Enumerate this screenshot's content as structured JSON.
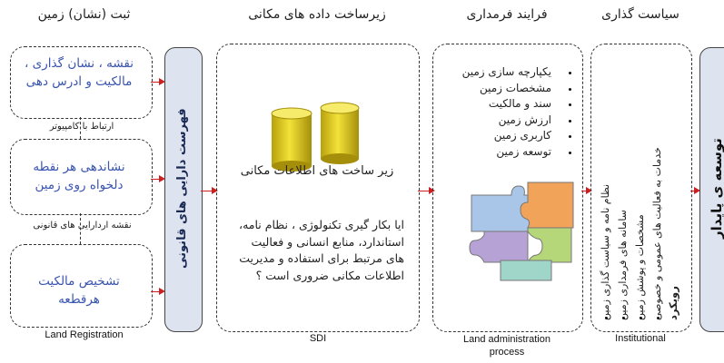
{
  "headers": {
    "land_registration": "ثبت (نشان) زمین",
    "sdi": "زیرساخت داده های مکانی",
    "land_admin": "فرایند فرمداری",
    "policy": "سیاست گذاری"
  },
  "land_registration": {
    "box1": "نقشه ، نشان گذاری ، مالکیت و ادرس دهی",
    "link1": "ارتباط با کامپیوتر",
    "box2": "نشاندهی هر نقطه دلخواه روی زمین",
    "link2": "نقشه اردارایی های قانونی",
    "box3": "تشخیص مالکیت هرقطعه",
    "side_bar": "فهرست دارایی های قانونی",
    "footer": "Land Registration"
  },
  "sdi": {
    "db_caption": "زیر ساخت های اطلاعات مکانی",
    "question": "ایا بکار گیری تکنولوژی ، نظام نامه، استاندارد، منابع انسانی و فعالیت های مرتبط برای استفاده و مدیریت اطلاعات مکانی ضروری است ؟",
    "footer": "SDI"
  },
  "land_admin": {
    "items": [
      "یکپارچه سازی زمین",
      "مشخصات زمین",
      "سند و مالکیت",
      "ارزش زمین",
      "کاربری زمین",
      "توسعه زمین"
    ],
    "footer_line1": "Land administration",
    "footer_line2": "process"
  },
  "institutional": {
    "lines": [
      "رویکرد",
      "خدمات به فعالیت های عمومی و خصوصی",
      "مشخصات و پوشش زمین",
      "سامانه های فرمداری زمین",
      "نظام نامه و سیاست گذاری زمین"
    ],
    "footer": "Institutional"
  },
  "outcome": {
    "label": "توسعه ی پایدار"
  },
  "colors": {
    "arrow": "#cc1f1f",
    "bar": "#dde4f0",
    "blue_text": "#3a55b0",
    "db": "#e8d21a",
    "puzzle": [
      "#f2a35a",
      "#a9c6e8",
      "#b7a2d6",
      "#b6d67a",
      "#9fd6c9"
    ]
  }
}
